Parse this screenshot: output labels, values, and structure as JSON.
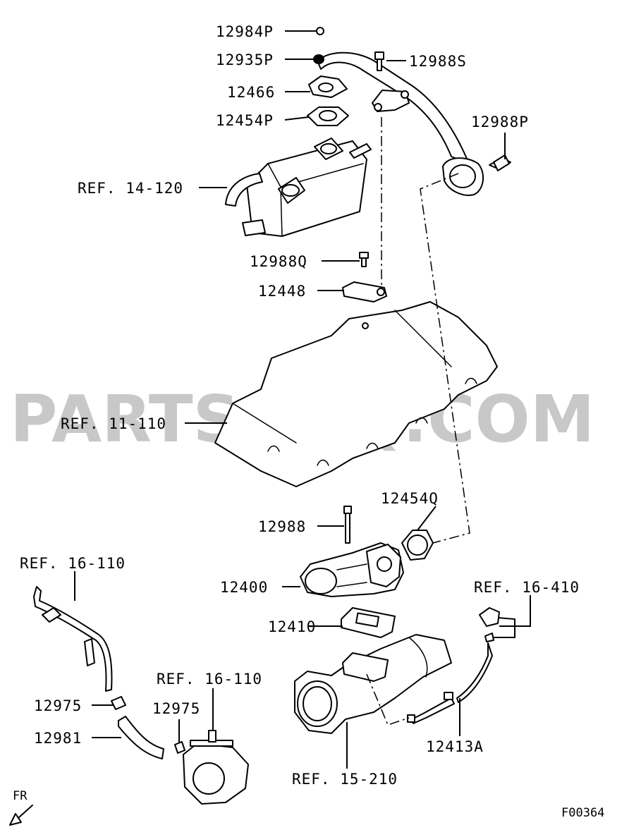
{
  "watermark": "PARTSOUQ.COM",
  "diagram_code": "F00364",
  "direction_label": "FR",
  "labels": {
    "p12984P": "12984P",
    "p12935P": "12935P",
    "p12988S": "12988S",
    "p12466": "12466",
    "p12454P": "12454P",
    "p12988P": "12988P",
    "ref14_120": "REF. 14-120",
    "p12988Q": "12988Q",
    "p12448": "12448",
    "ref11_110": "REF. 11-110",
    "p12454Q": "12454Q",
    "p12988": "12988",
    "p12400": "12400",
    "p12410": "12410",
    "ref16_410": "REF. 16-410",
    "ref16_110_a": "REF. 16-110",
    "ref16_110_b": "REF. 16-110",
    "p12975_a": "12975",
    "p12975_b": "12975",
    "p12981": "12981",
    "ref15_210": "REF. 15-210",
    "p12413A": "12413A"
  }
}
